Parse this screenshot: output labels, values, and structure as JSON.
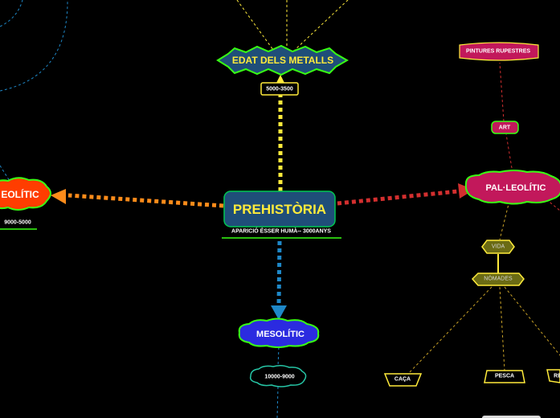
{
  "central": {
    "title": "PREHISTÒRIA",
    "subtitle": "APARICIÓ ÉSSER HUMÀ-- 3000ANYS"
  },
  "nodes": {
    "edat_metalls": "EDAT DELS METALLS",
    "edat_metalls_dates": "5000-3500",
    "neolitic": "EOLÍTIC",
    "neolitic_dates": "9000-5000",
    "mesolitic": "MESOLÍTIC",
    "mesolitic_dates": "10000-9000",
    "paleolitic": "PAL·LEOLÍTIC",
    "art": "ART",
    "pintures": "PINTURES RUPESTRES",
    "vida": "VIDA",
    "nomades": "NÒMADES",
    "caca": "CAÇA",
    "pesca": "PESCA",
    "third_partial": "RE"
  },
  "colors": {
    "background": "#000000",
    "central_fill": "#1f4e79",
    "central_border": "#00c853",
    "central_text": "#ffeb3b",
    "metalls_fill": "#1f4e79",
    "metalls_border": "#39ff14",
    "metalls_text": "#ffeb3b",
    "neolitic_fill": "#ff3d00",
    "neolitic_border": "#39ff14",
    "mesolitic_fill": "#2b2be0",
    "mesolitic_border": "#39ff14",
    "paleolitic_fill": "#c2185b",
    "paleolitic_border": "#39ff14",
    "vida_fill": "#6b6b14",
    "vida_border": "#ffeb3b",
    "box_border": "#ffeb3b",
    "teal_border": "#26c6a6",
    "line_yellow": "#ffeb3b",
    "line_orange": "#ff8c1a",
    "line_red": "#d32f2f",
    "line_blue": "#1e88c8",
    "line_ochre": "#c9a227"
  }
}
